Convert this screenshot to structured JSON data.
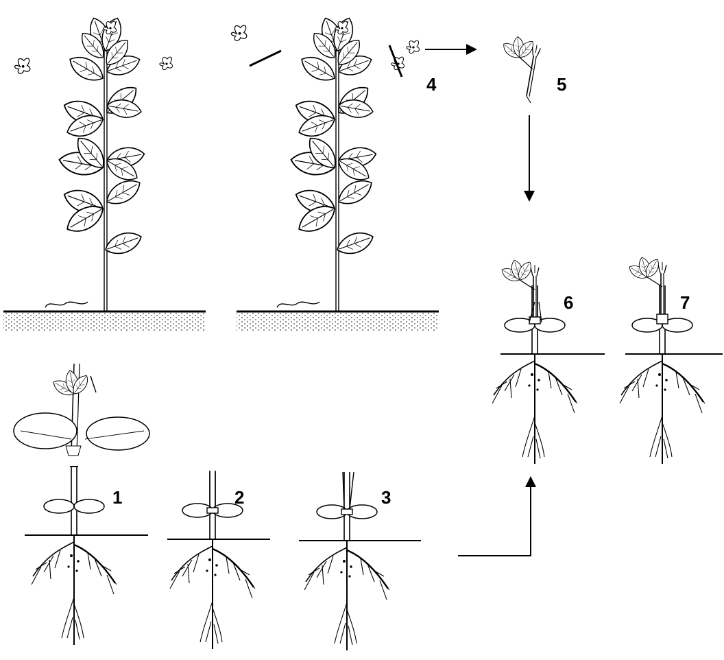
{
  "steps": [
    {
      "id": "1",
      "label": "1"
    },
    {
      "id": "2",
      "label": "2"
    },
    {
      "id": "3",
      "label": "3"
    },
    {
      "id": "4",
      "label": "4"
    },
    {
      "id": "5",
      "label": "5"
    },
    {
      "id": "6",
      "label": "6"
    },
    {
      "id": "7",
      "label": "7"
    }
  ],
  "colors": {
    "ink": "#000000",
    "background": "#ffffff"
  }
}
